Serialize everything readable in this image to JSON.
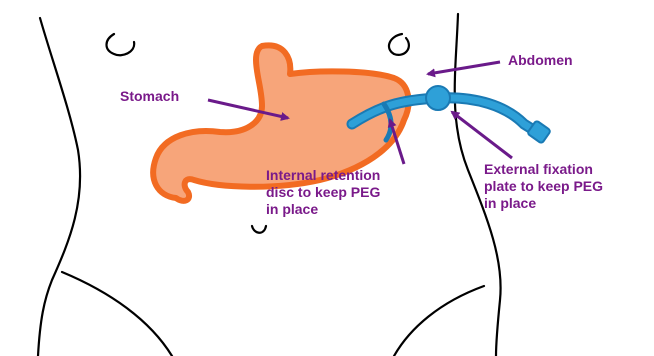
{
  "diagram": {
    "labels": {
      "stomach": "Stomach",
      "abdomen": "Abdomen",
      "internal_line1": "Internal retention",
      "internal_line2": "disc to keep PEG",
      "internal_line3": "in place",
      "external_line1": "External fixation",
      "external_line2": "plate to keep PEG",
      "external_line3": "in place"
    },
    "colors": {
      "label_text": "#7a1a8a",
      "arrow": "#6a1a8a",
      "stomach_fill": "#f7a57a",
      "stomach_outline": "#f26b22",
      "tube": "#2ea0d8",
      "tube_outline": "#1a7ab4",
      "body_outline": "#000000"
    },
    "icons": {
      "arrow": "arrow-icon"
    }
  }
}
